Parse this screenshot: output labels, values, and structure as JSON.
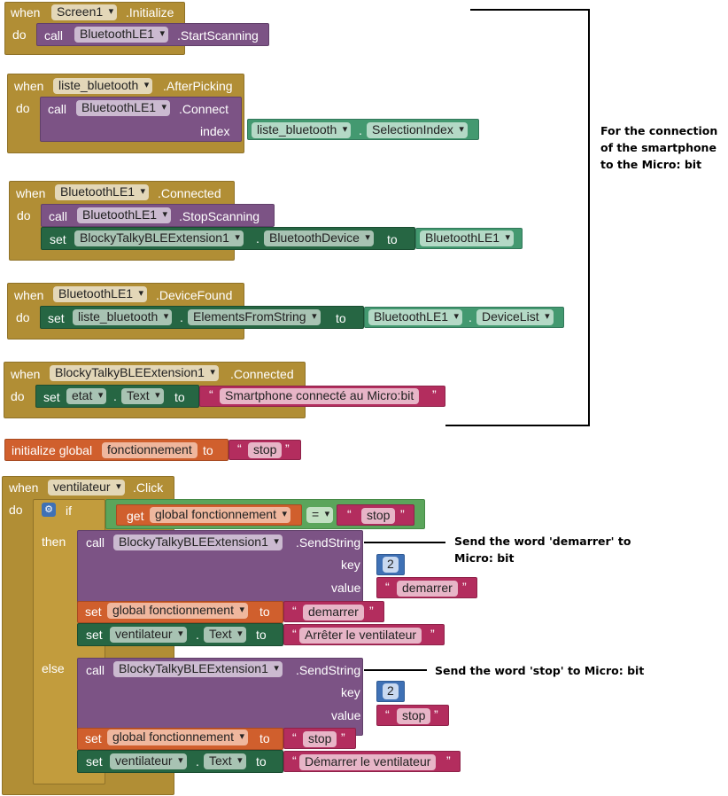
{
  "blocks": {
    "b1": {
      "when": "when",
      "component": "Screen1",
      "event": ".Initialize",
      "do": "do",
      "call": "call",
      "target": "BluetoothLE1",
      "method": ".StartScanning"
    },
    "b2": {
      "when": "when",
      "component": "liste_bluetooth",
      "event": ".AfterPicking",
      "do": "do",
      "call": "call",
      "target": "BluetoothLE1",
      "method": ".Connect",
      "param": "index",
      "get_comp": "liste_bluetooth",
      "get_prop": "SelectionIndex"
    },
    "b3": {
      "when": "when",
      "component": "BluetoothLE1",
      "event": ".Connected",
      "do": "do",
      "call": "call",
      "target": "BluetoothLE1",
      "method": ".StopScanning",
      "set": "set",
      "set_comp": "BlockyTalkyBLEExtension1",
      "set_prop": "BluetoothDevice",
      "to": "to",
      "value_comp": "BluetoothLE1"
    },
    "b4": {
      "when": "when",
      "component": "BluetoothLE1",
      "event": ".DeviceFound",
      "do": "do",
      "set": "set",
      "set_comp": "liste_bluetooth",
      "set_prop": "ElementsFromString",
      "to": "to",
      "get_comp": "BluetoothLE1",
      "get_prop": "DeviceList"
    },
    "b5": {
      "when": "when",
      "component": "BlockyTalkyBLEExtension1",
      "event": ".Connected",
      "do": "do",
      "set": "set",
      "set_comp": "etat",
      "set_prop": "Text",
      "to": "to",
      "text": "Smartphone connecté au Micro:bit"
    },
    "b6": {
      "init": "initialize global",
      "name": "fonctionnement",
      "to": "to",
      "text": "stop"
    },
    "b7": {
      "when": "when",
      "component": "ventilateur",
      "event": ".Click",
      "do": "do",
      "if": "if",
      "then": "then",
      "else": "else",
      "get": "get",
      "get_var": "global fonctionnement",
      "op": "=",
      "cmp_text": "stop",
      "then_call": {
        "call": "call",
        "target": "BlockyTalkyBLEExtension1",
        "method": ".SendString",
        "key_label": "key",
        "key": "2",
        "value_label": "value",
        "value": "demarrer"
      },
      "then_set_var": {
        "set": "set",
        "var": "global fonctionnement",
        "to": "to",
        "text": "demarrer"
      },
      "then_set_prop": {
        "set": "set",
        "comp": "ventilateur",
        "prop": "Text",
        "to": "to",
        "text": "Arrêter le ventilateur"
      },
      "else_call": {
        "call": "call",
        "target": "BlockyTalkyBLEExtension1",
        "method": ".SendString",
        "key_label": "key",
        "key": "2",
        "value_label": "value",
        "value": "stop"
      },
      "else_set_var": {
        "set": "set",
        "var": "global fonctionnement",
        "to": "to",
        "text": "stop"
      },
      "else_set_prop": {
        "set": "set",
        "comp": "ventilateur",
        "prop": "Text",
        "to": "to",
        "text": "Démarrer le ventilateur"
      }
    }
  },
  "annotations": {
    "connection_note": [
      "For the connection",
      "of the smartphone",
      "to the Micro: bit"
    ],
    "demarrer_note": [
      "Send the word 'demarrer' to",
      "Micro: bit"
    ],
    "stop_note": "Send the word 'stop' to Micro: bit"
  },
  "colors": {
    "event": "#b18e35",
    "method_call": "#7c5385",
    "component_setter": "#266643",
    "component_getter": "#439970",
    "variable": "#d05f2d",
    "text": "#b32d5e",
    "math": "#3f71b5",
    "logic": "#5ba55b"
  }
}
